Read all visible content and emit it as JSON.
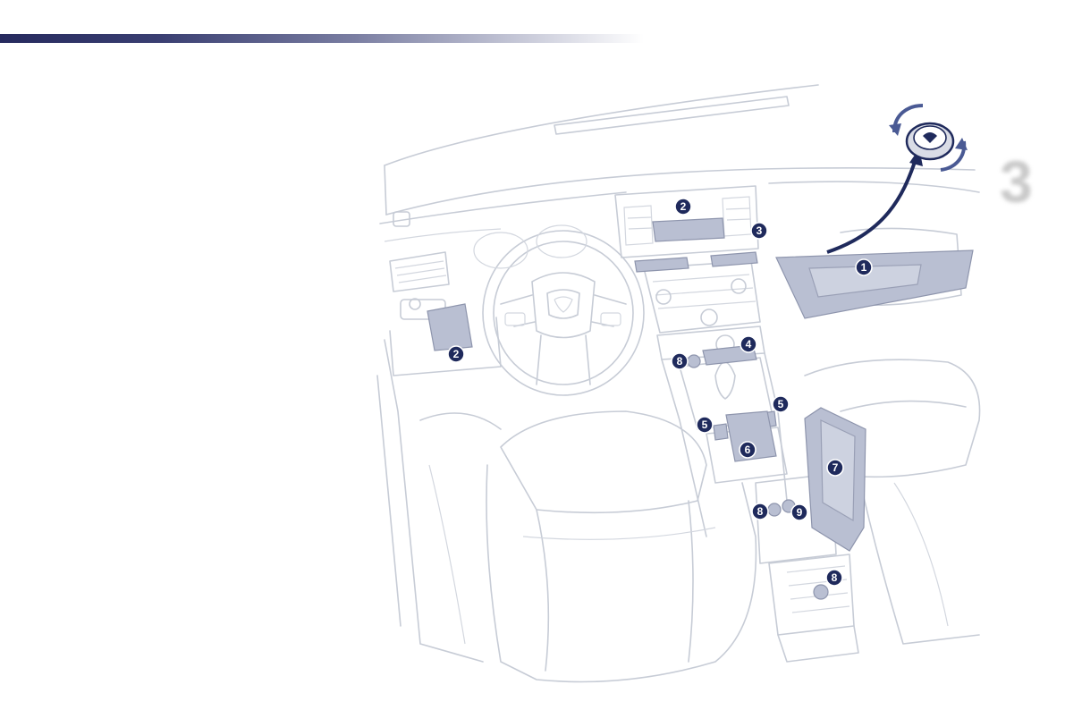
{
  "page": {
    "chapter_number": "3"
  },
  "callouts": [
    "1",
    "2",
    "2",
    "3",
    "4",
    "5",
    "5",
    "6",
    "7",
    "8",
    "8",
    "8",
    "9"
  ],
  "colors": {
    "header_bar": "#262a5e",
    "badge_fill": "#1f2a5c",
    "highlight": "#b9bfd2",
    "line_art": "#c7ccd6"
  }
}
